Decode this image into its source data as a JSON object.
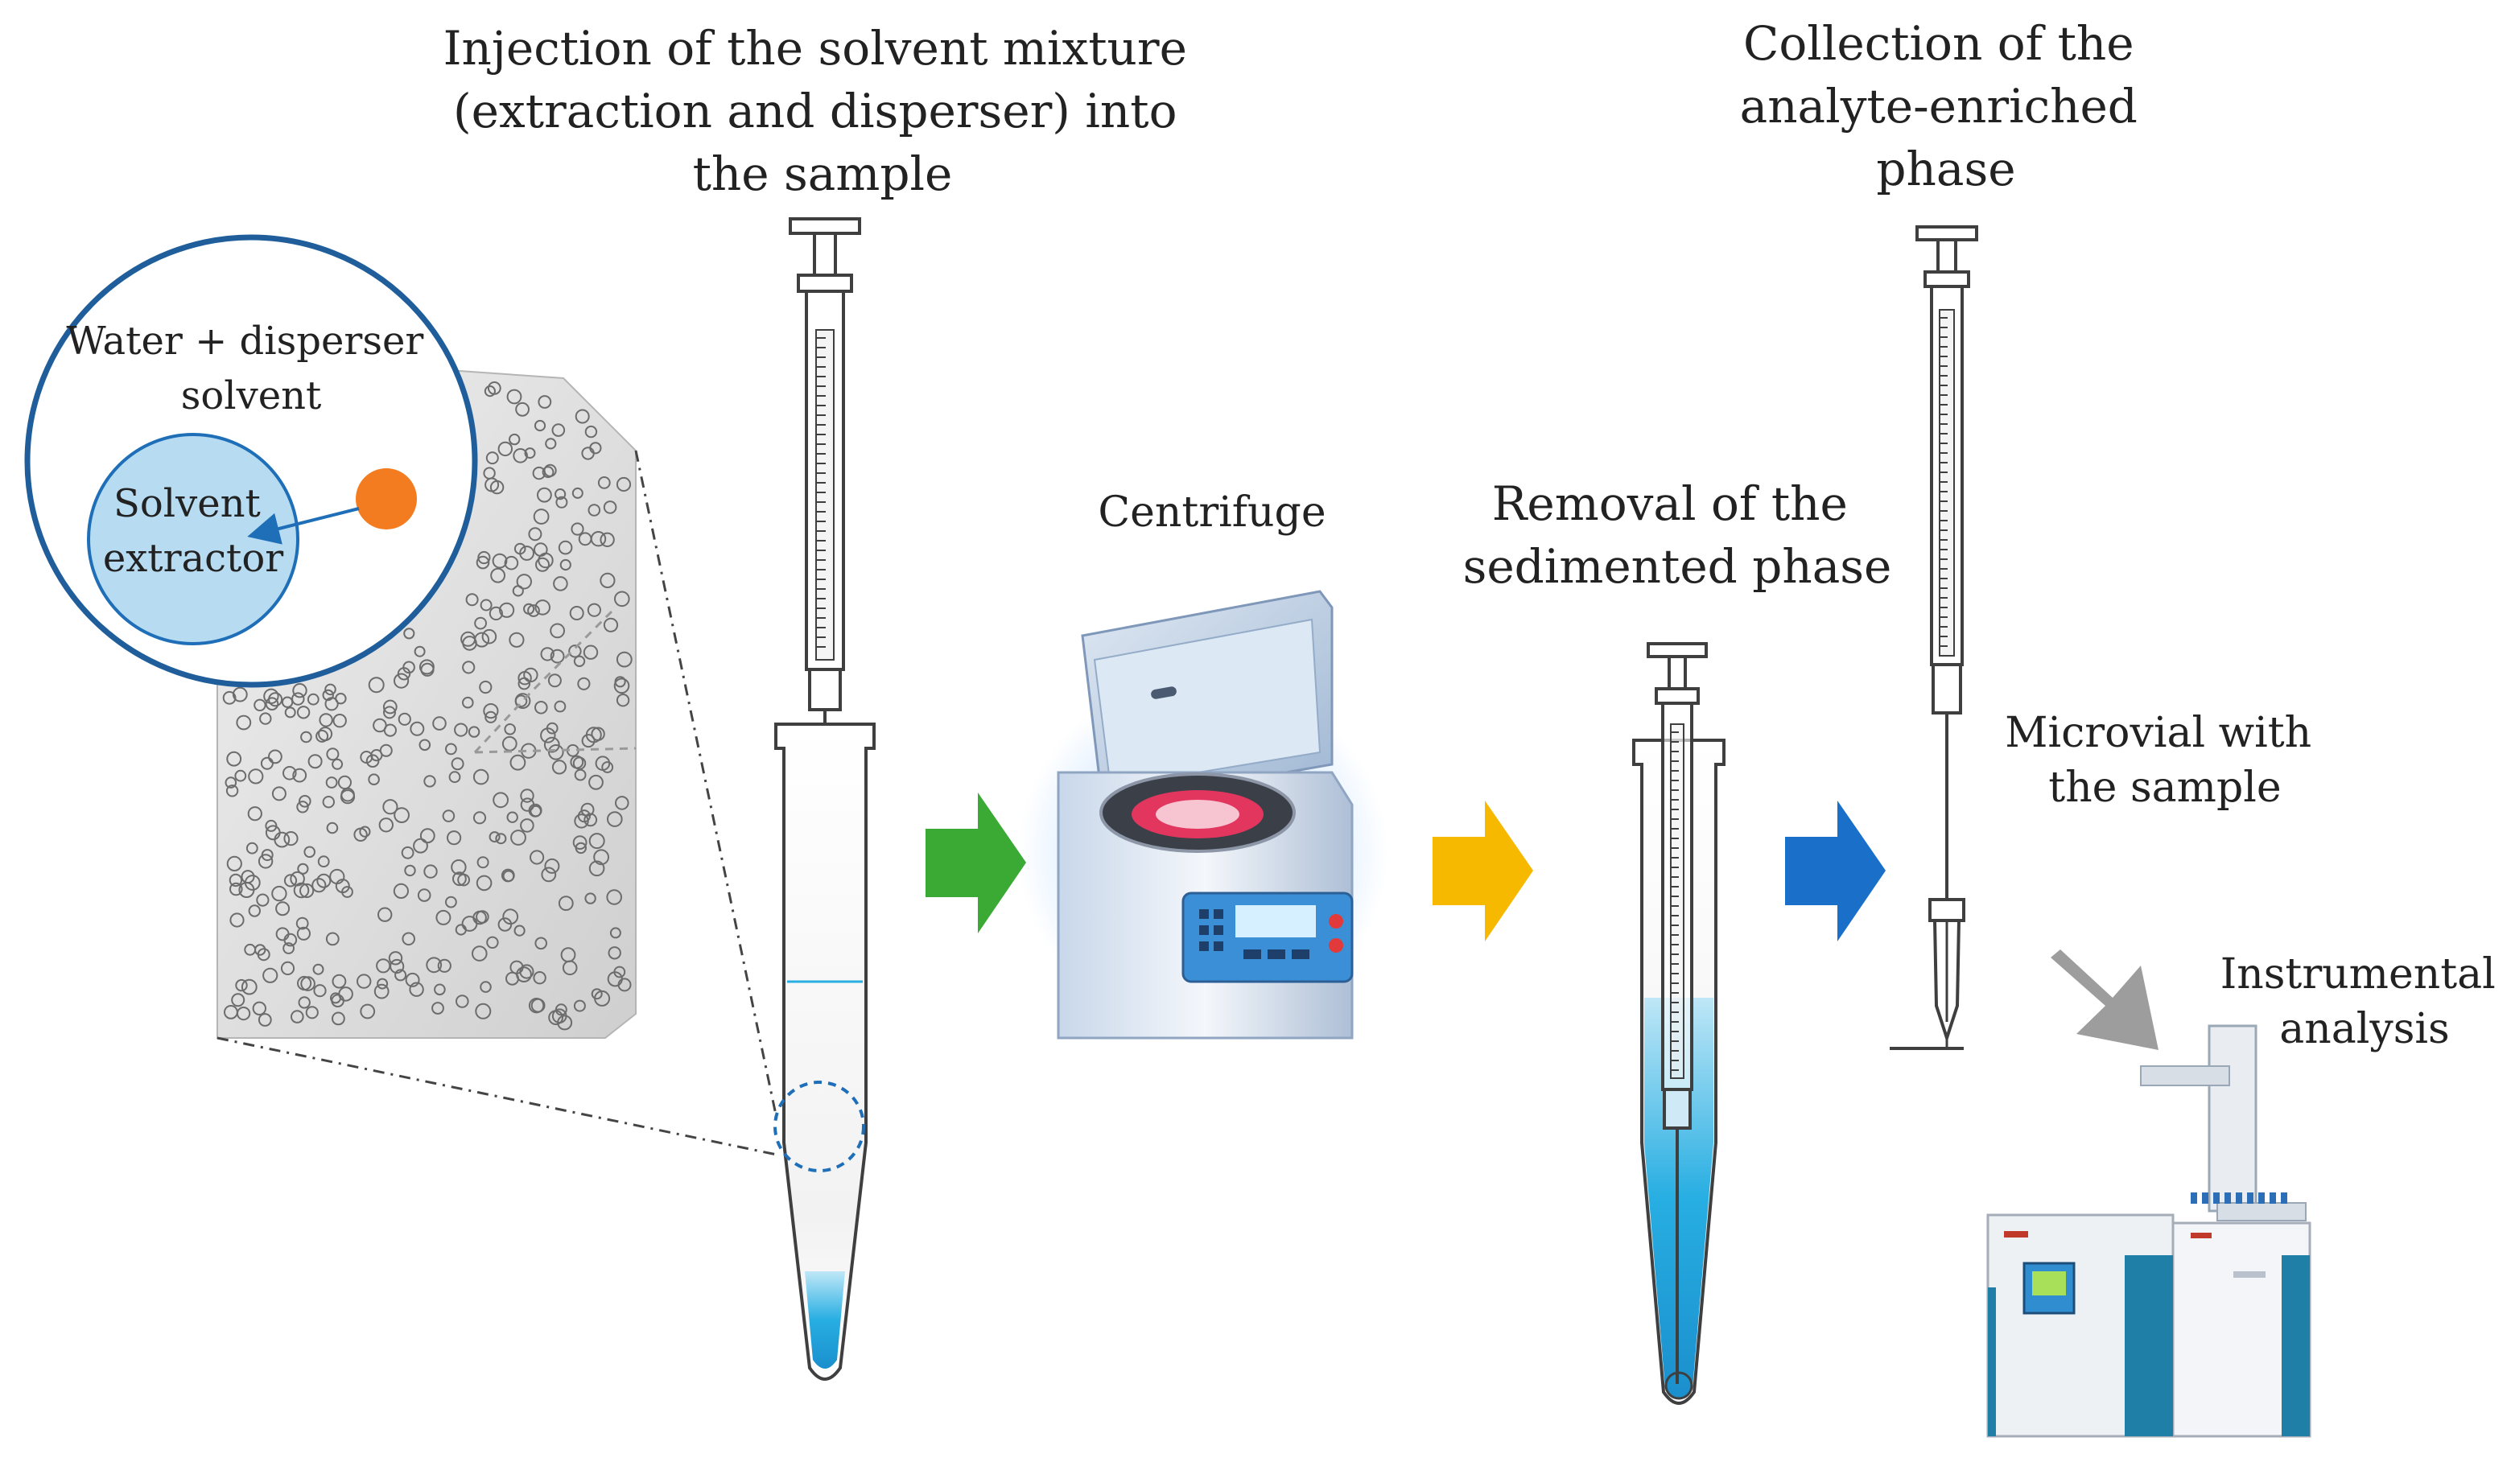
{
  "labels": {
    "injection": "Injection of the solvent mixture\n(extraction and disperser) into\nthe sample",
    "zoom_outer": "Water + disperser\nsolvent",
    "zoom_inner": "Solvent\nextractor",
    "centrifuge": "Centrifuge",
    "removal": "Removal of the\nsedimented phase",
    "collection": "Collection of the\nanalyte-enriched\nphase",
    "microvial": "Microvial with\nthe sample",
    "instrumental": "Instrumental\nanalysis"
  },
  "colors": {
    "arrow_1": "#3aaa35",
    "arrow_2": "#f7b900",
    "arrow_3": "#1a6fc9",
    "arrow_4": "#9d9d9d",
    "solvent_blue": "#27aee2",
    "zoom_blue": "#b7dcf2",
    "analyte_drop": "#f47c20",
    "outline": "#3f3f3f"
  },
  "icons": {
    "step_arrows": "right-arrow-icon",
    "final_arrow": "down-right-arrow-icon"
  }
}
